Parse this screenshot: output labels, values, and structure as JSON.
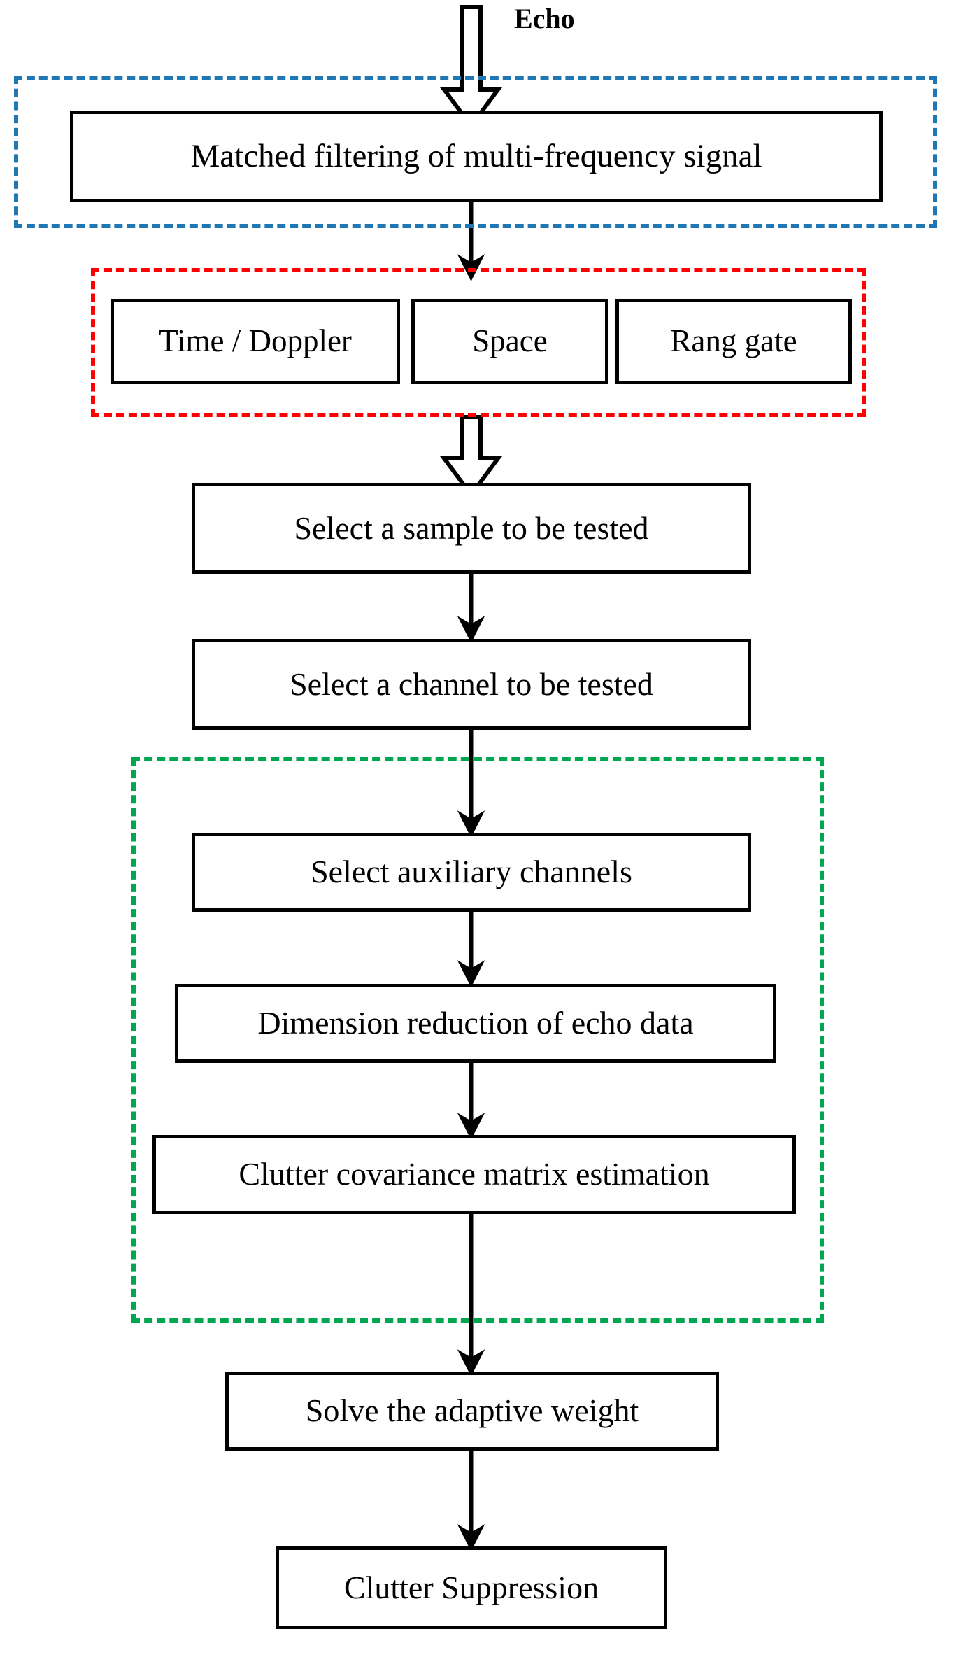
{
  "diagram": {
    "title": "Echo",
    "type": "flowchart",
    "background": "#ffffff",
    "line_color": "#000000",
    "groups": [
      {
        "id": "matched-filtering-group",
        "color": "#1f77b4",
        "style": "dashed",
        "label": ""
      },
      {
        "id": "domain-group",
        "color": "#ff0000",
        "style": "dashed",
        "label": ""
      },
      {
        "id": "dimension-reduction-group",
        "color": "#00a650",
        "style": "dashed",
        "label": ""
      }
    ],
    "nodes": [
      {
        "id": "matched-filtering",
        "label": "Matched filtering of multi-frequency signal",
        "group": "matched-filtering-group"
      },
      {
        "id": "time-doppler",
        "label": "Time / Doppler",
        "group": "domain-group"
      },
      {
        "id": "space",
        "label": "Space",
        "group": "domain-group"
      },
      {
        "id": "rang-gate",
        "label": "Rang gate",
        "group": "domain-group"
      },
      {
        "id": "select-sample",
        "label": "Select a sample to be tested",
        "group": ""
      },
      {
        "id": "select-channel",
        "label": "Select a channel to be tested",
        "group": ""
      },
      {
        "id": "select-auxiliary",
        "label": "Select auxiliary channels",
        "group": "dimension-reduction-group"
      },
      {
        "id": "dimension-reduction",
        "label": "Dimension reduction of echo data",
        "group": "dimension-reduction-group"
      },
      {
        "id": "clutter-covariance",
        "label": "Clutter covariance matrix estimation",
        "group": "dimension-reduction-group"
      },
      {
        "id": "solve-weight",
        "label": "Solve the adaptive weight",
        "group": ""
      },
      {
        "id": "clutter-suppression",
        "label": "Clutter Suppression",
        "group": ""
      }
    ],
    "edges": [
      {
        "from": "echo",
        "to": "matched-filtering",
        "arrow": "hollow-block"
      },
      {
        "from": "matched-filtering",
        "to": "domain-group",
        "arrow": "solid"
      },
      {
        "from": "domain-group",
        "to": "select-sample",
        "arrow": "hollow-block"
      },
      {
        "from": "select-sample",
        "to": "select-channel",
        "arrow": "solid"
      },
      {
        "from": "select-channel",
        "to": "select-auxiliary",
        "arrow": "solid"
      },
      {
        "from": "select-auxiliary",
        "to": "dimension-reduction",
        "arrow": "solid"
      },
      {
        "from": "dimension-reduction",
        "to": "clutter-covariance",
        "arrow": "solid"
      },
      {
        "from": "clutter-covariance",
        "to": "solve-weight",
        "arrow": "solid"
      },
      {
        "from": "solve-weight",
        "to": "clutter-suppression",
        "arrow": "solid"
      }
    ]
  }
}
